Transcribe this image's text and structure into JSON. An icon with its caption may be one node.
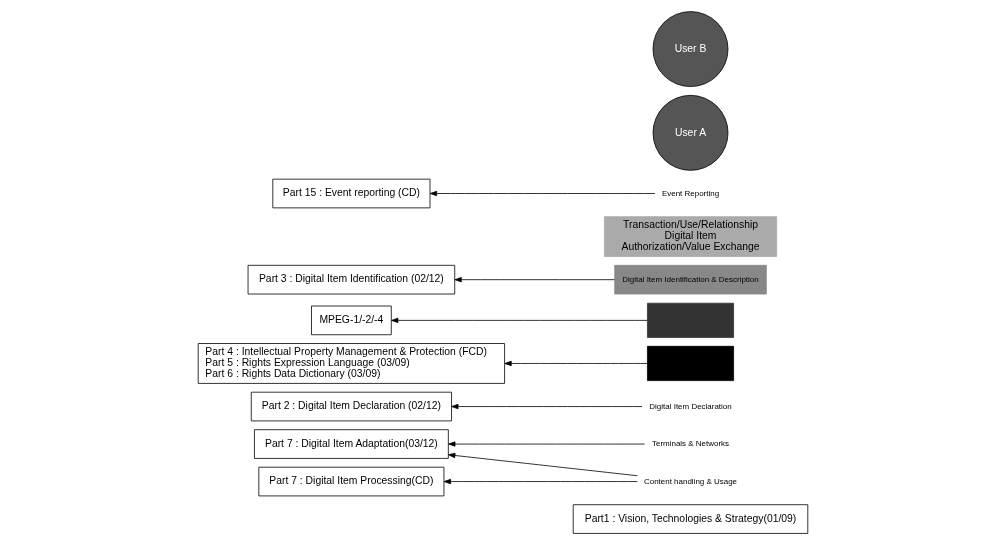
{
  "diagram": {
    "nodes": [
      {
        "text": [
          "Part1 : Vision, Technologies & Strategy(01/09)"
        ]
      },
      {
        "text": [
          "Part 7 : Digital Item Adaptation(03/12)"
        ]
      },
      {
        "text": [
          "Part 7 : Digital Item Processing(CD)"
        ]
      },
      {
        "text": [
          "Part 2 : Digital Item Declaration (02/12)"
        ]
      },
      {
        "text": [
          "Part 3 : Digital Item Identification (02/12)"
        ]
      },
      {
        "text": [
          "Part 4 : Intellectual Property Management & Protection (FCD)",
          "Part 5 : Rights Expression Language (03/09)",
          "Part 6 : Rights Data Dictionary (03/09)"
        ]
      },
      {
        "text": [
          "Part 15 : Event reporting (CD)"
        ]
      },
      {
        "text": [
          "Terminals & Networks"
        ]
      },
      {
        "text": [
          "Content handling & Usage"
        ]
      },
      {
        "text": [
          "Digital Item Declaration"
        ]
      },
      {
        "text": [
          "User A"
        ]
      },
      {
        "text": [
          "Transaction/Use/Relationship",
          "Digital Item",
          "Authorization/Value Exchange"
        ]
      },
      {
        "text": [
          "Digital Item Identification & Description"
        ]
      },
      {
        "text": [],
        "shape": "box"
      },
      {
        "text": [],
        "shape": "box"
      },
      {
        "text": [
          "User B"
        ]
      },
      {
        "text": [
          "MPEG-1/-2/-4"
        ]
      },
      {
        "text": [
          "Event Reporting"
        ]
      }
    ],
    "edges": [
      {
        "from": 7,
        "to": 1,
        "arrow": "to"
      },
      {
        "from": 8,
        "to": 1,
        "arrow": "to"
      },
      {
        "from": 8,
        "to": 2,
        "arrow": "to"
      },
      {
        "from": 9,
        "to": 3,
        "arrow": "to"
      },
      {
        "from": 12,
        "to": 4,
        "arrow": "to"
      },
      {
        "from": 13,
        "to": 16,
        "arrow": "to"
      },
      {
        "from": 14,
        "to": 5,
        "arrow": "to"
      },
      {
        "from": 17,
        "to": 6,
        "arrow": "to"
      }
    ]
  }
}
